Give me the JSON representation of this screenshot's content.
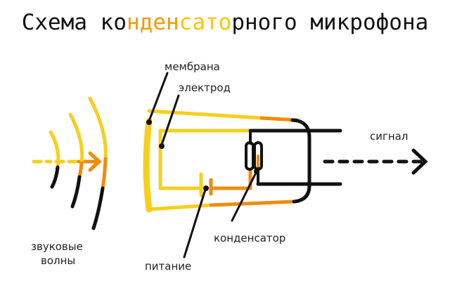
{
  "title": {
    "parts": [
      {
        "text": "Схема ко",
        "color": "#111111"
      },
      {
        "text": "нден",
        "color": "#f39a00"
      },
      {
        "text": "сато",
        "color": "#f5c800"
      },
      {
        "text": "рного микрофона",
        "color": "#111111"
      }
    ]
  },
  "labels": {
    "membrane": "мембрана",
    "electrode": "электрод",
    "signal": "сигнал",
    "sound_waves_line1": "звуковые",
    "sound_waves_line2": "волны",
    "capacitor": "конденсатор",
    "power": "питание"
  },
  "colors": {
    "yellow": "#f7cf1c",
    "orange": "#f08c0a",
    "black": "#111111",
    "text": "#222222"
  }
}
